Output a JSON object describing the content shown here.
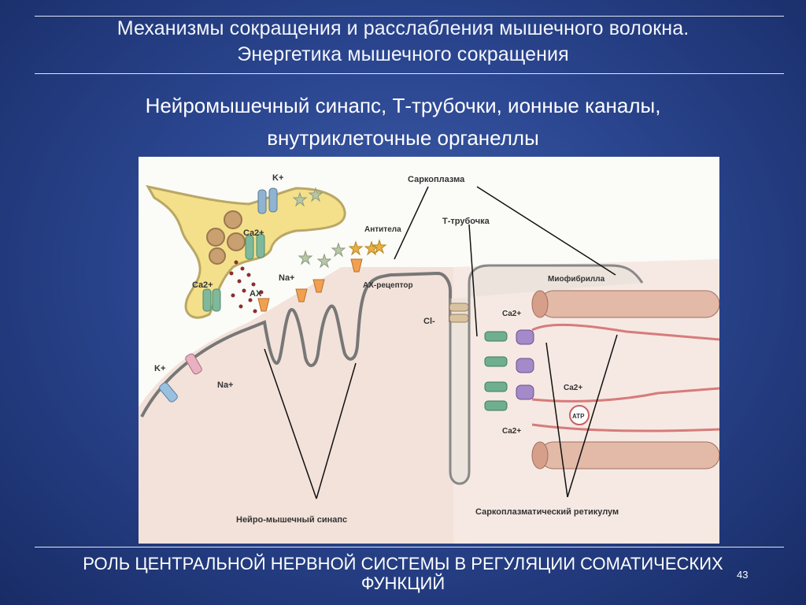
{
  "header": {
    "title_line1": "Механизмы сокращения и расслабления мышечного волокна.",
    "title_line2": "Энергетика мышечного сокращения"
  },
  "subtitle": {
    "line1": "Нейромышечный синапс, Т-трубочки, ионные каналы,",
    "line2": "внутриклеточные органеллы"
  },
  "figure": {
    "labels": {
      "k_plus_top": "K+",
      "ca2_top": "Ca2+",
      "ca2_left": "Ca2+",
      "na_plus_synapse": "Na+",
      "ach": "АХ",
      "antibodies": "Антитела",
      "ach_receptor": "АХ-рецептор",
      "sarcoplasm": "Саркоплазма",
      "t_tubule": "Т-трубочка",
      "myofibril": "Миофибрилла",
      "cl_minus": "Cl-",
      "ca2_t_top": "Ca2+",
      "ca2_t_bottom": "Ca2+",
      "ca2_sr": "Ca2+",
      "atp": "ATP",
      "k_plus_membrane": "K+",
      "na_plus_membrane": "Na+",
      "nm_synapse": "Нейро-мышечный синапс",
      "sr": "Саркоплазматический ретикулум"
    }
  },
  "footer": {
    "line1": "РОЛЬ ЦЕНТРАЛЬНОЙ НЕРВНОЙ СИСТЕМЫ В РЕГУЛЯЦИИ СОМАТИЧЕСКИХ",
    "line2": "ФУНКЦИЙ",
    "page_number": "43"
  }
}
